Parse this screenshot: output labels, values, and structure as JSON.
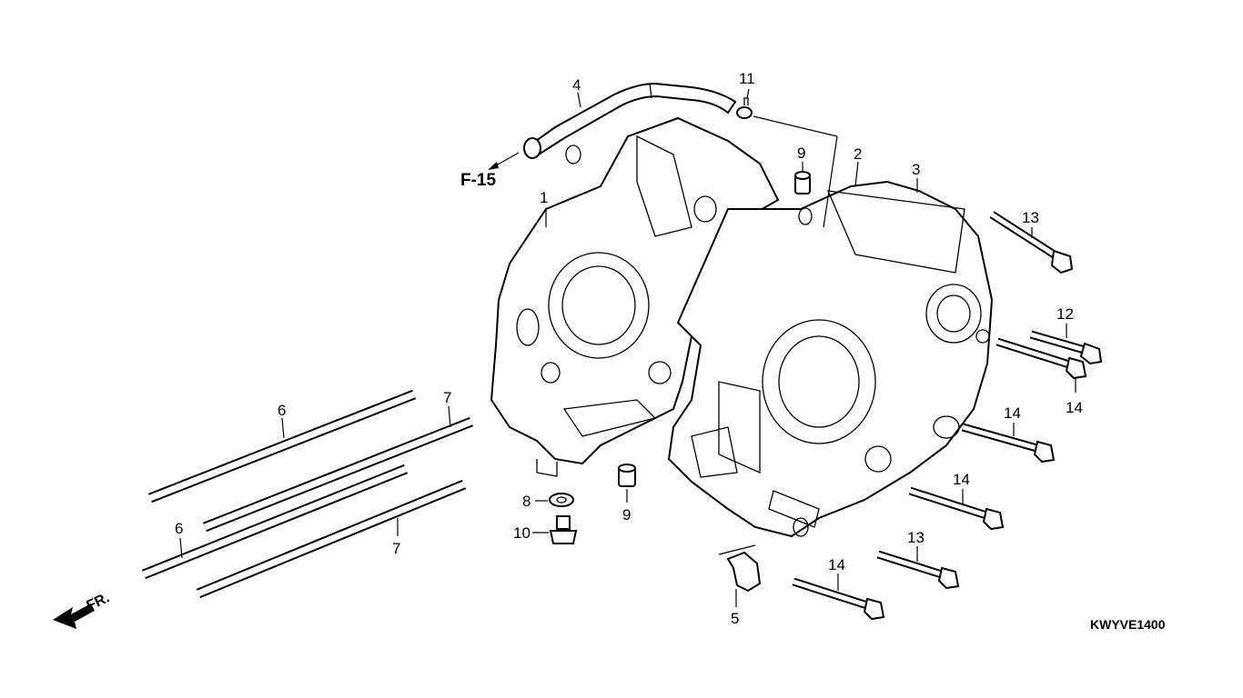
{
  "diagram": {
    "reference_label": "F-15",
    "direction_label": "FR.",
    "diagram_code": "KWYVE1400",
    "callouts": [
      "1",
      "2",
      "3",
      "4",
      "5",
      "6",
      "6",
      "7",
      "7",
      "8",
      "9",
      "9",
      "10",
      "11",
      "12",
      "13",
      "13",
      "14",
      "14",
      "14",
      "14"
    ]
  }
}
